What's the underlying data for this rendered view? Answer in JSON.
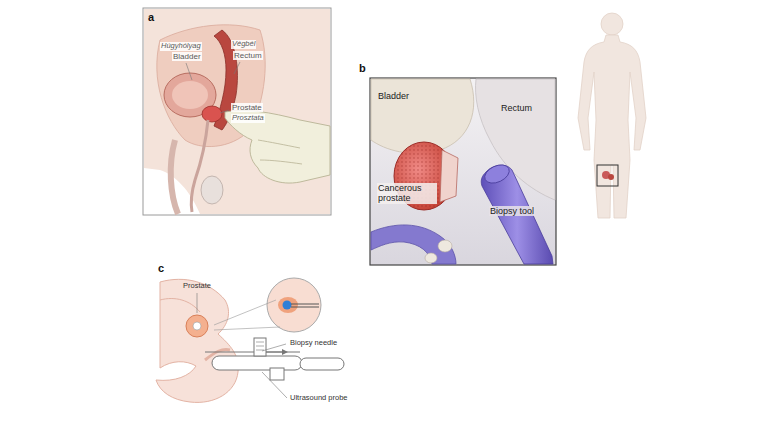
{
  "diagram": {
    "labels": [
      "a",
      "Húgyhólyag",
      "Bladder",
      "Végbél",
      "Rectum",
      "Prostate",
      "Prosztata",
      "b",
      "Bladder",
      "Rectum",
      "Cancerous prostate",
      "Biopsy tool",
      "c",
      "Prostate",
      "Biopsy needle",
      "Ultrasound probe"
    ]
  }
}
